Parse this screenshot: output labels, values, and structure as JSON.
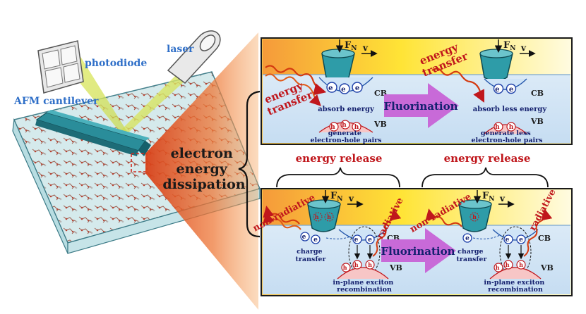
{
  "labels": {
    "photodiode": "photodiode",
    "laser": "laser",
    "afm": "AFM cantilever",
    "dissipation": [
      "electron",
      "energy",
      "dissipation"
    ],
    "fn": "F",
    "fn_sub": "N",
    "v": "v",
    "cb": "CB",
    "vb": "VB",
    "e": "e",
    "h": "h",
    "energy_transfer": [
      "energy",
      "transfer"
    ],
    "fluorination": "Fluorination",
    "absorb_energy": "absorb energy",
    "absorb_less": "absorb less energy",
    "generate": [
      "generate",
      "electron-hole pairs"
    ],
    "generate_less": [
      "generate less",
      "electron-hole pairs"
    ],
    "energy_release": "energy release",
    "non_radiative": "non-radiative",
    "radiative": "radiative",
    "charge_transfer": [
      "charge",
      "transfer"
    ],
    "exciton": [
      "in-plane exciton",
      "recombination"
    ]
  },
  "colors": {
    "blue_label": "#2f6fc8",
    "red_label": "#c0171c",
    "navy_label": "#14206e",
    "arrow_purple": "#c86ad8",
    "cantilever": "#2a8d9a"
  }
}
